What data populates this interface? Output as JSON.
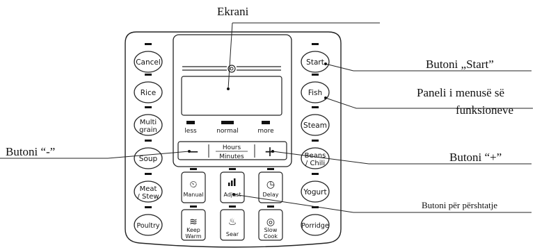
{
  "callouts": {
    "display": "Ekrani",
    "start": "Butoni „Start”",
    "menu_line1": "Paneli i menusë së",
    "menu_line2": "funksioneve",
    "minus": "Butoni “-”",
    "plus": "Butoni “+”",
    "adjust": "Butoni për përshtatje"
  },
  "left_buttons": [
    {
      "line1": "Cancel",
      "line2": ""
    },
    {
      "line1": "Rice",
      "line2": ""
    },
    {
      "line1": "Multi",
      "line2": "grain"
    },
    {
      "line1": "Soup",
      "line2": ""
    },
    {
      "line1": "Meat",
      "line2": "/ Stew"
    },
    {
      "line1": "Poultry",
      "line2": ""
    }
  ],
  "right_buttons": [
    {
      "line1": "Start",
      "line2": ""
    },
    {
      "line1": "Fish",
      "line2": ""
    },
    {
      "line1": "Steam",
      "line2": ""
    },
    {
      "line1": "Beans",
      "line2": "/ Chili"
    },
    {
      "line1": "Yogurt",
      "line2": ""
    },
    {
      "line1": "Porridge",
      "line2": ""
    }
  ],
  "levels": {
    "less": "less",
    "normal": "normal",
    "more": "more"
  },
  "time_toggle": {
    "minus": "−",
    "plus": "+",
    "hours": "Hours",
    "minutes": "Minutes"
  },
  "center_buttons": [
    {
      "icon": "timer-icon",
      "glyph": "⏲",
      "line1": "Manual",
      "line2": ""
    },
    {
      "icon": "bars-icon",
      "glyph": "",
      "line1": "Adjust",
      "line2": ""
    },
    {
      "icon": "clock-icon",
      "glyph": "◷",
      "line1": "Delay",
      "line2": ""
    },
    {
      "icon": "wave-icon",
      "glyph": "≋",
      "line1": "Keep",
      "line2": "Warm"
    },
    {
      "icon": "flame-icon",
      "glyph": "♨",
      "line1": "",
      "line2": "Sear"
    },
    {
      "icon": "pot-icon",
      "glyph": "◎",
      "line1": "Slow",
      "line2": "Cook"
    }
  ]
}
